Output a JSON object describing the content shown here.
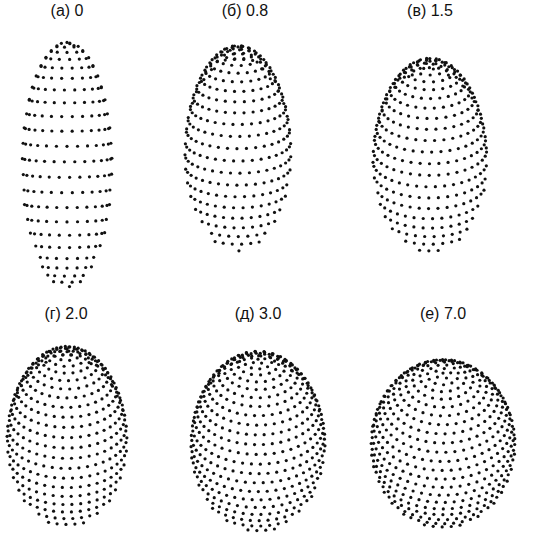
{
  "diagram": {
    "labels": [
      "(а) 0",
      "(б) 0.8",
      "(в) 1.5",
      "(г) 2.0",
      "(д) 3.0",
      "(е) 7.0"
    ]
  }
}
